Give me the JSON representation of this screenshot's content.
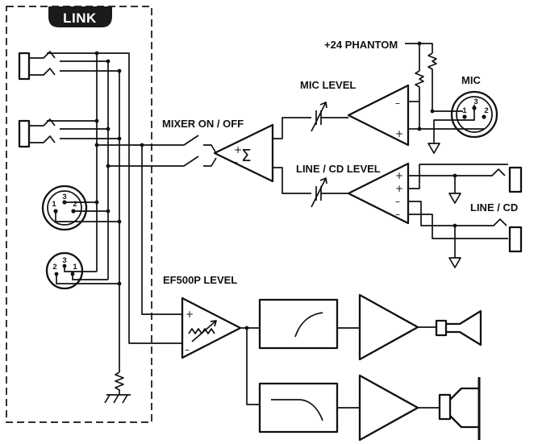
{
  "labels": {
    "link": "LINK",
    "phantom": "+24 PHANTOM",
    "mic_level": "MIC LEVEL",
    "mic": "MIC",
    "mixer": "MIXER ON / OFF",
    "line_cd_level": "LINE / CD LEVEL",
    "line_cd": "LINE / CD",
    "ef500p_level": "EF500P LEVEL"
  },
  "symbols": {
    "plus": "+",
    "minus": "–",
    "sigma": "Σ"
  },
  "pins": {
    "mic": [
      "1",
      "3",
      "2"
    ],
    "link_xlr_female": [
      "1",
      "3",
      "2"
    ],
    "link_xlr_male": [
      "2",
      "3",
      "1"
    ]
  }
}
